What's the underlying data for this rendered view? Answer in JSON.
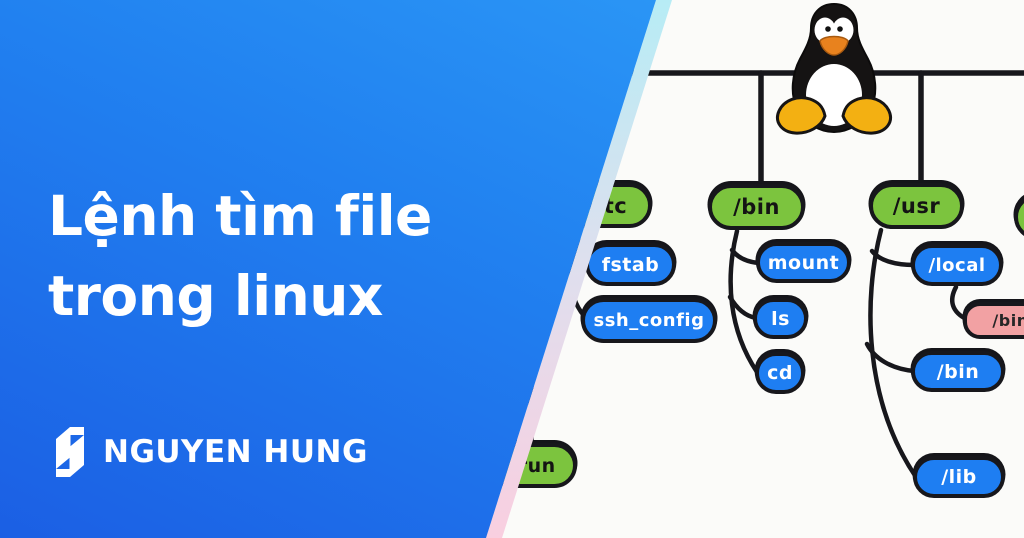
{
  "banner": {
    "title_line1": "Lệnh tìm file",
    "title_line2": "trong linux",
    "brand_name": "NGUYEN HUNG"
  },
  "colors": {
    "panel_gradient_top": "#2fa0f8",
    "panel_gradient_bottom": "#1b5fe4",
    "edge_strip_top": "#b7ecf5",
    "edge_strip_bottom": "#f9cfe0",
    "node_green": "#7cc43e",
    "node_blue": "#1e7ef2",
    "node_pink": "#f2a1a3",
    "connector_black": "#17171c",
    "title_text": "#ffffff"
  },
  "diagram": {
    "mascot_icon": "tux-penguin-icon",
    "nodes": [
      {
        "id": "etc",
        "label": "/etc",
        "type": "green"
      },
      {
        "id": "bin",
        "label": "/bin",
        "type": "green"
      },
      {
        "id": "usr",
        "label": "/usr",
        "type": "green"
      },
      {
        "id": "edge",
        "label": "",
        "type": "green"
      },
      {
        "id": "run",
        "label": "/run",
        "type": "green"
      },
      {
        "id": "fstab",
        "label": "fstab",
        "type": "blue"
      },
      {
        "id": "ssh",
        "label": "ssh_config",
        "type": "blue"
      },
      {
        "id": "mount",
        "label": "mount",
        "type": "blue"
      },
      {
        "id": "ls",
        "label": "ls",
        "type": "blue"
      },
      {
        "id": "cd",
        "label": "cd",
        "type": "blue"
      },
      {
        "id": "local",
        "label": "/local",
        "type": "blue"
      },
      {
        "id": "bin2",
        "label": "/bin",
        "type": "blue"
      },
      {
        "id": "lib",
        "label": "/lib",
        "type": "blue"
      },
      {
        "id": "binpink",
        "label": "/bin",
        "type": "pink"
      }
    ]
  }
}
